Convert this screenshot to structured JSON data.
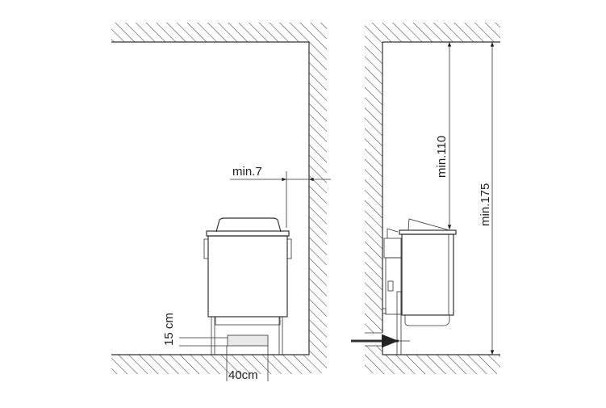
{
  "front_view": {
    "side_clearance_label": "min.7",
    "floor_height_label": "15 cm",
    "floor_width_label": "40cm"
  },
  "side_view": {
    "ceiling_clearance_label": "min.110",
    "room_height_label": "min.175"
  }
}
